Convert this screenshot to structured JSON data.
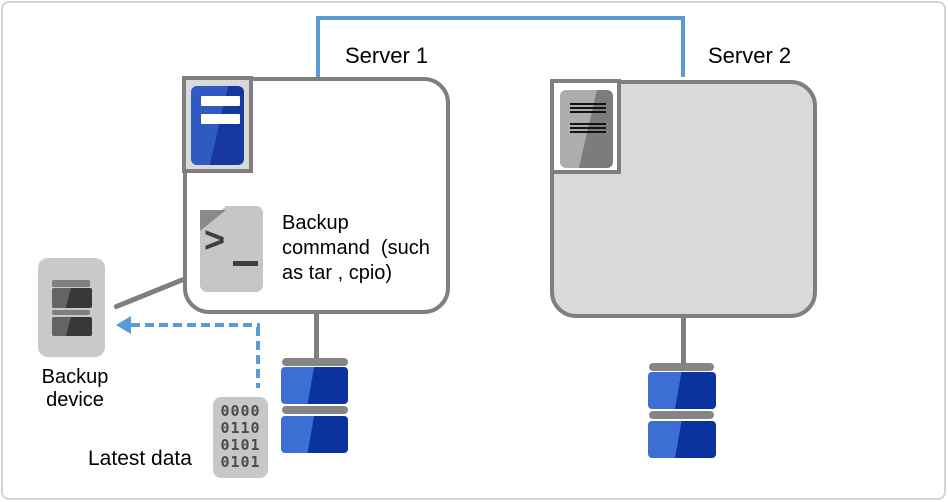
{
  "servers": {
    "server1": {
      "label": "Server 1"
    },
    "server2": {
      "label": "Server 2"
    }
  },
  "backup_command": {
    "lines": [
      "Backup",
      "command  (such",
      "as tar , cpio)"
    ]
  },
  "backup_device": {
    "lines": [
      "Backup",
      "device"
    ]
  },
  "latest_data": {
    "label": "Latest data"
  },
  "binary_chip": {
    "rows": [
      "0000",
      "0110",
      "0101",
      "0101"
    ]
  },
  "colors": {
    "link_blue": "#5B9BD5",
    "outline_gray": "#7F7F7F",
    "server2_fill": "#D9D9D9",
    "disk_blue_light": "#3D6ED3",
    "disk_blue_dark": "#0B33A0",
    "server1_icon_blue_light": "#2E5AC2",
    "server1_icon_blue_dark": "#16389E",
    "frame_gray": "#D4D4D4",
    "text_color": "#000000"
  }
}
